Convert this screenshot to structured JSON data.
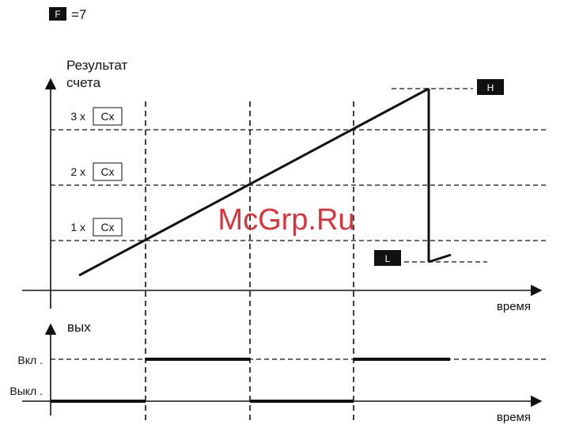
{
  "mode_box": "F",
  "mode_value": "=7",
  "top_chart": {
    "ylabel_line1": "Результат",
    "ylabel_line2": "счета",
    "xlabel": "время",
    "levels": [
      {
        "multiplier": "1 x",
        "box": "Cx"
      },
      {
        "multiplier": "2 x",
        "box": "Cx"
      },
      {
        "multiplier": "3 x",
        "box": "Cx"
      }
    ],
    "high_marker": "H",
    "low_marker": "L"
  },
  "bottom_chart": {
    "ylabel": "вых",
    "xlabel": "время",
    "on_label": "Вкл .",
    "off_label": "Выкл ."
  },
  "watermark": "McGrp.Ru",
  "colors": {
    "line": "#111111",
    "marker_fill": "#111111",
    "watermark": "#d8242b"
  }
}
